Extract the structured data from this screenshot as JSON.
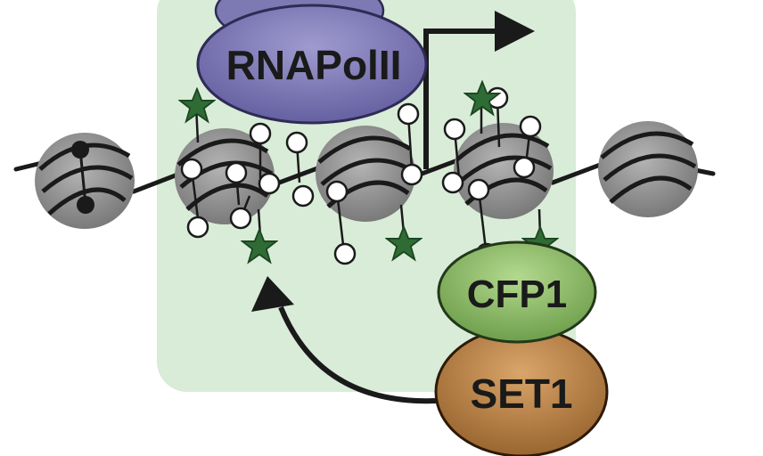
{
  "labels": {
    "rnapolii": "RNAPolII",
    "cfp1": "CFP1",
    "set1": "SET1"
  },
  "colors": {
    "highlight_region": "#d8ecd8",
    "nucleosome": "#8c8c8c",
    "dna": "#1a1a1a",
    "star_mark": "#2f6b34",
    "rnapolii": "#7d79b3",
    "cfp1": "#8fbf6a",
    "set1": "#b98348"
  },
  "icons": [
    "nucleosome-icon",
    "methyl-mark-icon",
    "star-mark-icon",
    "transcription-arrow-icon",
    "feedback-arrow-icon"
  ]
}
